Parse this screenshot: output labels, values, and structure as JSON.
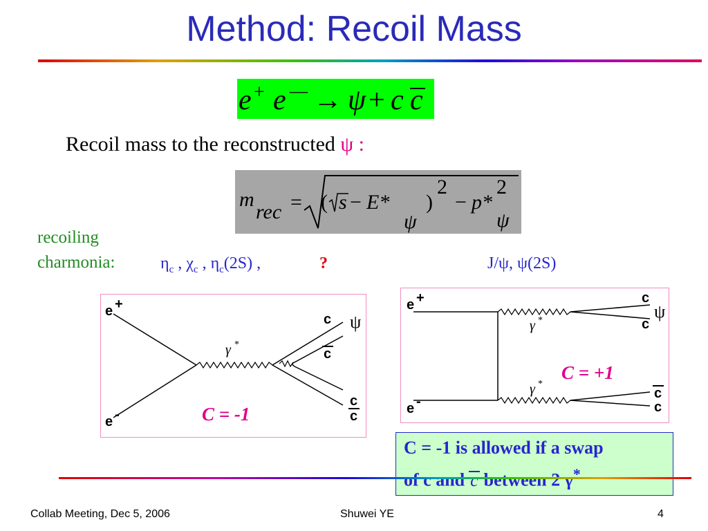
{
  "title": "Method: Recoil Mass",
  "reaction": {
    "e1": "e",
    "plus": "+",
    "e2": "e",
    "minus": "—",
    "arrow": "→",
    "psi": "ψ",
    "plus2": "+",
    "c1": "c",
    "c2": "c"
  },
  "recoil_intro": {
    "text": "Recoil mass to the reconstructed ",
    "psi": "ψ :"
  },
  "formula": {
    "m": "m",
    "rec": "rec",
    "eq": "=",
    "lparen": "(",
    "s": "s",
    "minus": "−",
    "E": "E*",
    "psi_sub": "ψ",
    "rparen": ")",
    "exp1": "2",
    "minus2": "−",
    "p": "p*",
    "exp2": "2",
    "psi_sub2": "ψ"
  },
  "recoiling": {
    "line1": "recoiling",
    "line2": "charmonia:"
  },
  "left_charmonia": {
    "eta": "η",
    "eta_sub": "c",
    "sep1": " , ",
    "chi": "χ",
    "chi_sub": "c",
    "sep2": " , ",
    "eta2": "η",
    "eta2_sub": "c",
    "eta2_tail": "(2S) ,"
  },
  "question": "?",
  "right_charmonia": "J/ψ, ψ(2S)",
  "diagram_left": {
    "e_plus": "e",
    "e_plus_sup": "+",
    "e_minus": "e",
    "e_minus_sup": "-",
    "gamma": "γ",
    "gamma_sup": "*",
    "c_top": "c",
    "psi": "ψ",
    "cbar_top": "c",
    "c_bottom": "c",
    "cbar_bottom": "c",
    "charge": "C = -1"
  },
  "diagram_right": {
    "e_plus": "e",
    "e_plus_sup": "+",
    "e_minus": "e",
    "e_minus_sup": "-",
    "gamma1": "γ",
    "gamma1_sup": "*",
    "gamma2": "γ",
    "gamma2_sup": "*",
    "c_top": "c",
    "psi": "ψ",
    "c_top2": "c",
    "cbar_bottom": "c",
    "c_bottom": "c",
    "charge": "C = +1"
  },
  "note": {
    "line1": "C = -1 is allowed if a swap",
    "line2_a": "of c and",
    "cbar": "c",
    "line2_b": "between 2",
    "gamma": "γ",
    "gamma_sup": "*"
  },
  "footer": {
    "left": "Collab Meeting,  Dec 5, 2006",
    "center": "Shuwei YE",
    "page": "4"
  },
  "colors": {
    "title": "#2a2ab8",
    "accent_magenta": "#e0008a",
    "green_text": "#228b22",
    "blue_text": "#2626cc",
    "question": "#e00000",
    "eq_box": "#00ff00",
    "formula_box": "#a6a6a6",
    "note_box": "#ccffcc"
  }
}
